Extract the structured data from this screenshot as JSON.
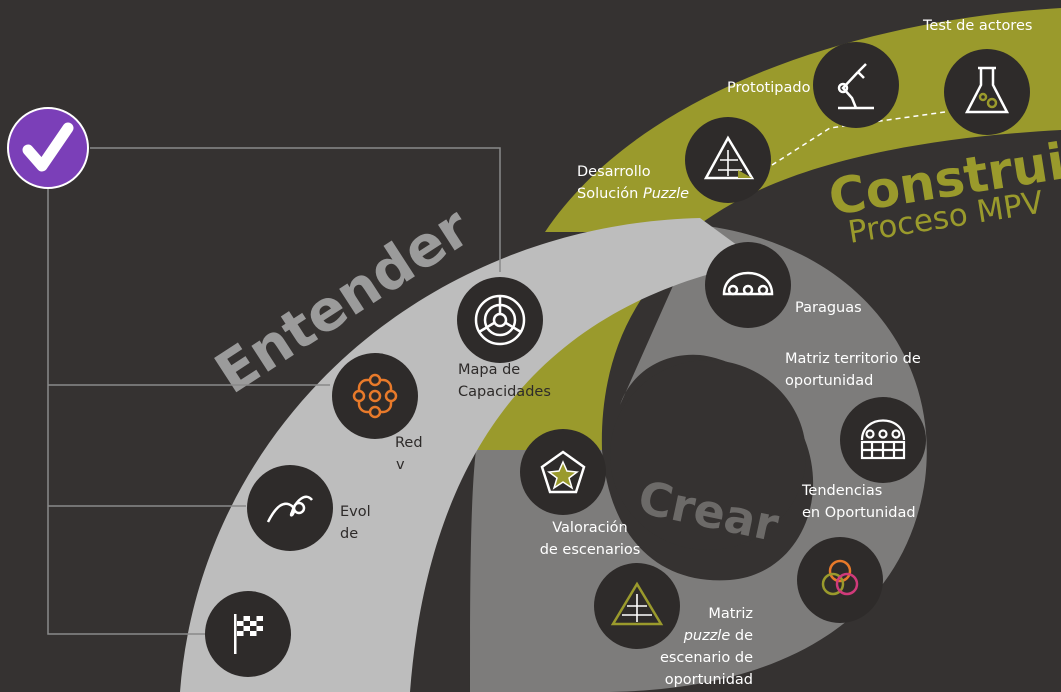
{
  "title_top_left": "",
  "stages": {
    "entender": "Entender",
    "crear": "Crear",
    "construir": "Construir",
    "construir_sub": "Proceso MPV"
  },
  "nodes": {
    "test_actores": "Test de actores",
    "prototipado": "Prototipado",
    "desarrollo_line1": "Desarrollo",
    "desarrollo_line2": "Solución",
    "desarrollo_italic": "Puzzle",
    "paraguas": "Paraguas",
    "matriz_territorio_line1": "Matriz territorio de",
    "matriz_territorio_line2": "oportunidad",
    "mapa_line1": "Mapa de",
    "mapa_line2": "Capacidades",
    "redes_line1": "Red",
    "redes_line2": "v",
    "evolucion_line1": "Evol",
    "evolucion_line2": "de",
    "tendencias_line1": "Tendencias",
    "tendencias_line2": "en Oportunidad",
    "valoracion_line1": "Valoración",
    "valoracion_line2": "de escenarios",
    "matriz_puzzle_line1": "Matriz",
    "matriz_puzzle_italic": "puzzle",
    "matriz_puzzle_line2_rest": " de",
    "matriz_puzzle_line3": "escenario de",
    "matriz_puzzle_line4": "oportunidad"
  },
  "icons": {
    "check": "check-icon",
    "flask": "flask-icon",
    "robot_arm": "robot-arm-icon",
    "puzzle": "puzzle-icon",
    "umbrella": "umbrella-icon",
    "target": "target-icon",
    "network": "network-icon",
    "evolution": "evolution-icon",
    "flag": "checkered-flag-icon",
    "matrix": "matrix-icon",
    "star": "star-pentagon-icon",
    "venn": "venn-icon"
  },
  "colors": {
    "background": "#353231",
    "entender_band": "#bdbdbd",
    "crear_band": "#7d7c7b",
    "construir_band": "#9a9a2c",
    "node": "#2e2b2a",
    "accent_orange": "#e87a2a",
    "accent_purple": "#7b3fb8",
    "accent_olive": "#9a9a2c"
  }
}
